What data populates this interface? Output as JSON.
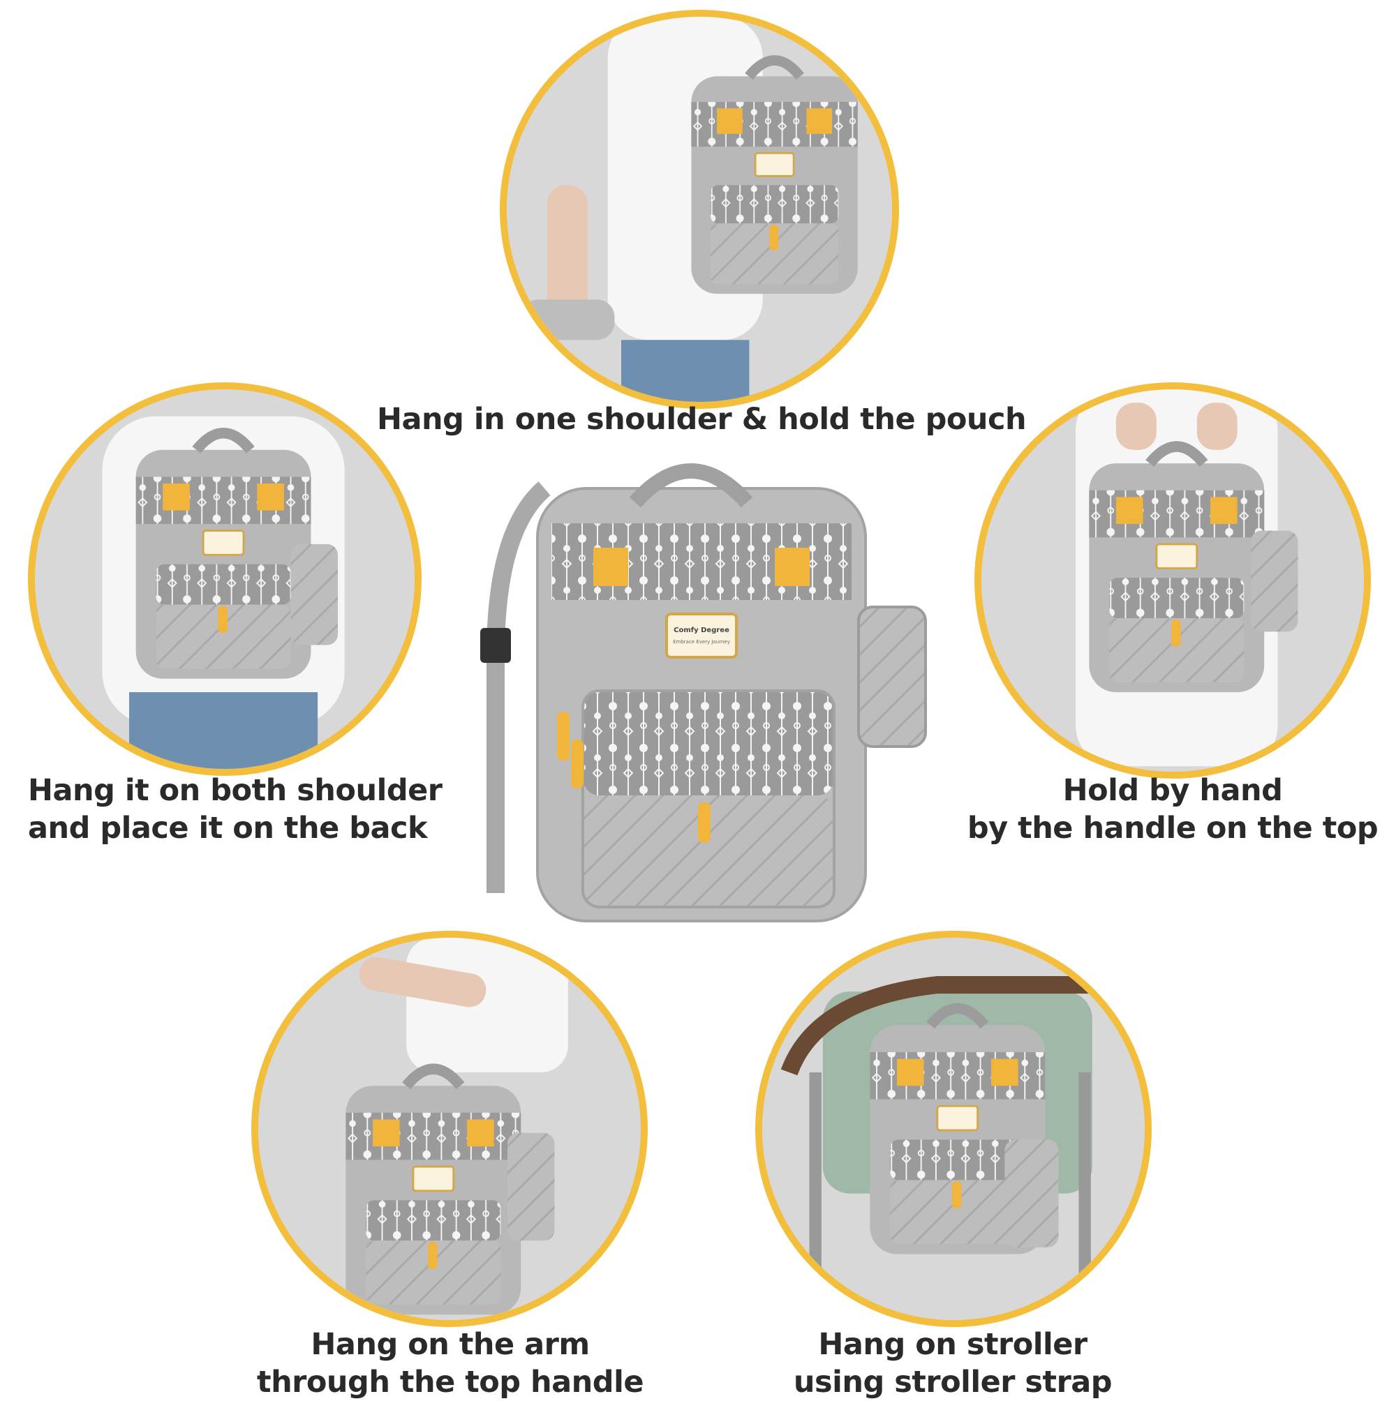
{
  "theme": {
    "ring_color": "#F2BE3C",
    "bag_gray": "#B9B9B9",
    "accent_yellow": "#F0B53A"
  },
  "brand": {
    "label_line1": "Comfy Degree",
    "label_line2": "Embrace Every Journey"
  },
  "usage_modes": [
    {
      "id": "one-shoulder",
      "caption_lines": [
        "Hang in one shoulder & hold the pouch"
      ]
    },
    {
      "id": "both-shoulder",
      "caption_lines": [
        "Hang it on both shoulder",
        "and place it on the back"
      ]
    },
    {
      "id": "hand-held",
      "caption_lines": [
        "Hold by hand",
        "by the handle on the top"
      ]
    },
    {
      "id": "on-arm",
      "caption_lines": [
        "Hang on the arm",
        "through the top handle"
      ]
    },
    {
      "id": "stroller",
      "caption_lines": [
        "Hang on stroller",
        "using stroller strap"
      ]
    }
  ]
}
